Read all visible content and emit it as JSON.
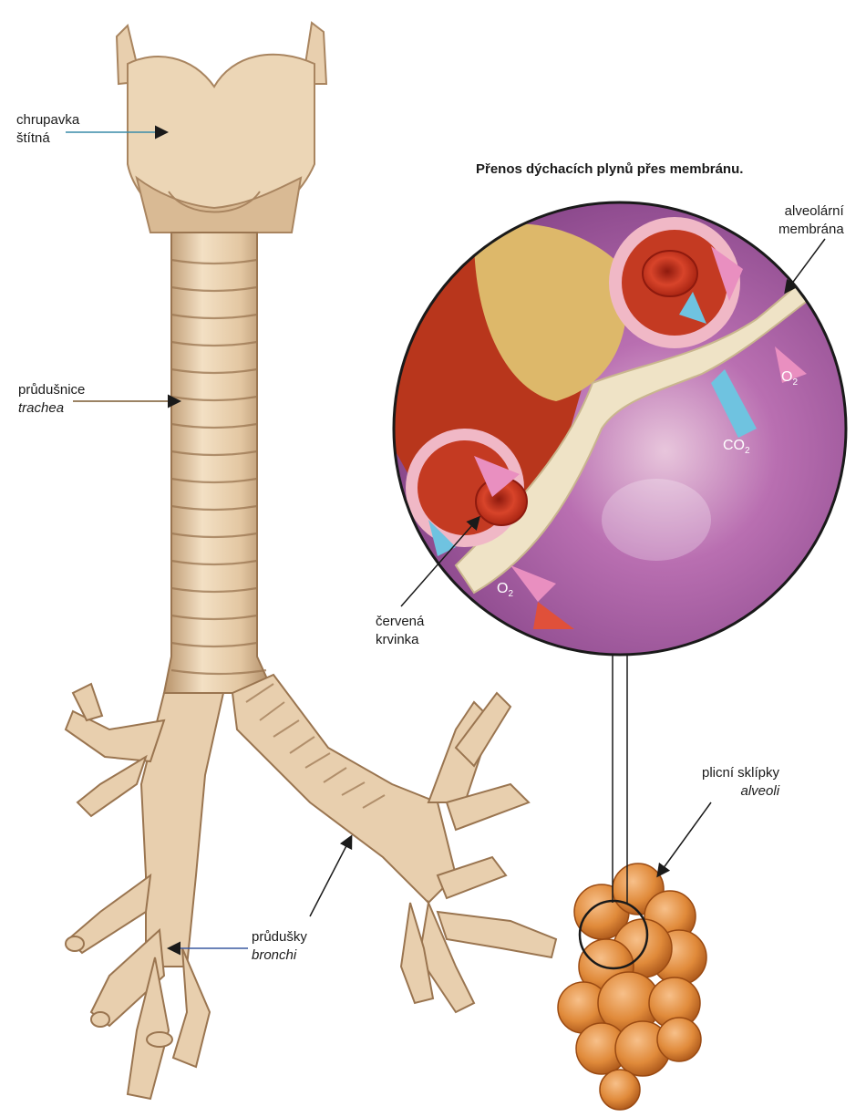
{
  "title": "Přenos dýchacích plynů přes membránu.",
  "labels": {
    "thyroid_cartilage": {
      "line1": "chrupavka",
      "line2": "štítná"
    },
    "trachea": {
      "line1": "průdušnice",
      "line2": "trachea"
    },
    "bronchi": {
      "line1": "průdušky",
      "line2": "bronchi"
    },
    "alveoli": {
      "line1": "plicní sklípky",
      "line2": "alveoli"
    },
    "red_blood_cell": {
      "line1": "červená",
      "line2": "krvinka"
    },
    "alveolar_membrane": {
      "line1": "alveolární",
      "line2": "membrána"
    }
  },
  "gases": {
    "o2_upper": {
      "main": "O",
      "sub": "2"
    },
    "co2": {
      "main": "CO",
      "sub": "2"
    },
    "o2_lower": {
      "main": "O",
      "sub": "2"
    }
  },
  "colors": {
    "cartilage": "#e8cfae",
    "cartilage_shade": "#b8936a",
    "alveoli": "#e08a3a",
    "membrane": "#efe3c6",
    "blood": "#c4301c",
    "background_purple": "#a25fa8",
    "arrow_blue": "#6fc3e0",
    "arrow_pink": "#e98fc0"
  }
}
